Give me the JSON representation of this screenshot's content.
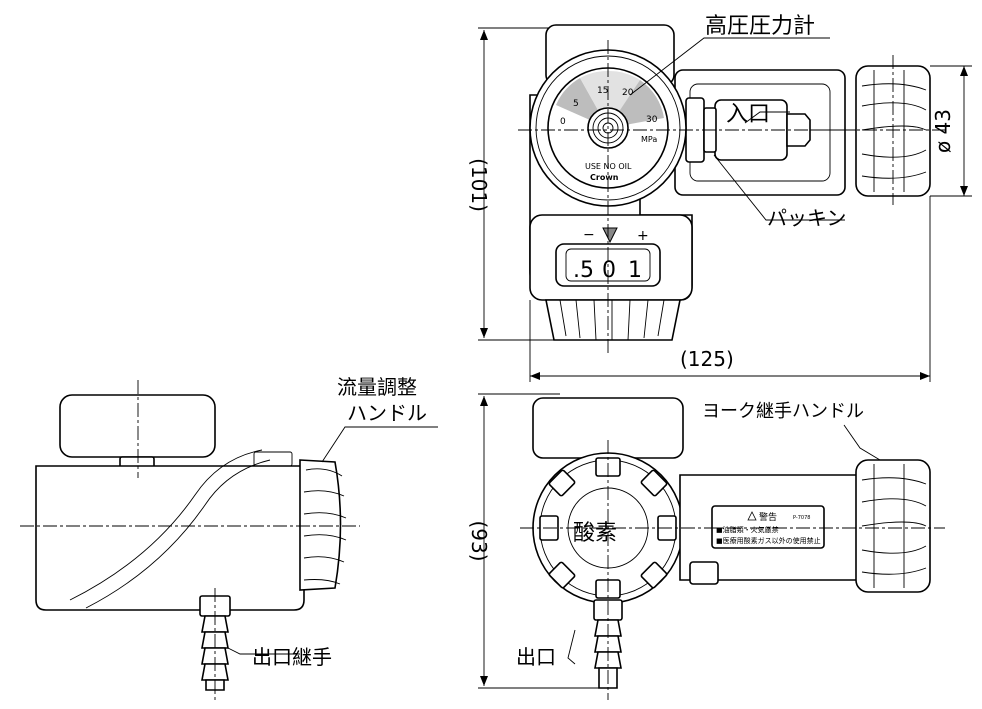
{
  "labels": {
    "gauge": "高圧圧力計",
    "inlet": "入口",
    "packing": "パッキン",
    "flow_handle_line1": "流量調整",
    "flow_handle_line2": "ハンドル",
    "yoke_handle": "ヨーク継手ハンドル",
    "outlet_fitting": "出口継手",
    "outlet": "出口",
    "oxygen": "酸素",
    "warning_title": "警告",
    "warning_code": "P-7078",
    "warning_line1": "■油脂類・火気厳禁",
    "warning_line2": "■医療用酸素ガス以外の使用禁止",
    "use_no_oil": "USE NO OIL",
    "brand": "Crown"
  },
  "dimensions": {
    "height_top": "(101)",
    "width": "(125)",
    "diameter": "ø 43",
    "height_bottom": "(93)"
  },
  "gauge_scale": {
    "ticks": [
      "0",
      "5",
      "15",
      "20",
      "30"
    ],
    "unit": "MPa"
  },
  "flow_dial": {
    "minus": "−",
    "plus": "+",
    "digits": [
      ".5",
      "0",
      "1"
    ]
  }
}
